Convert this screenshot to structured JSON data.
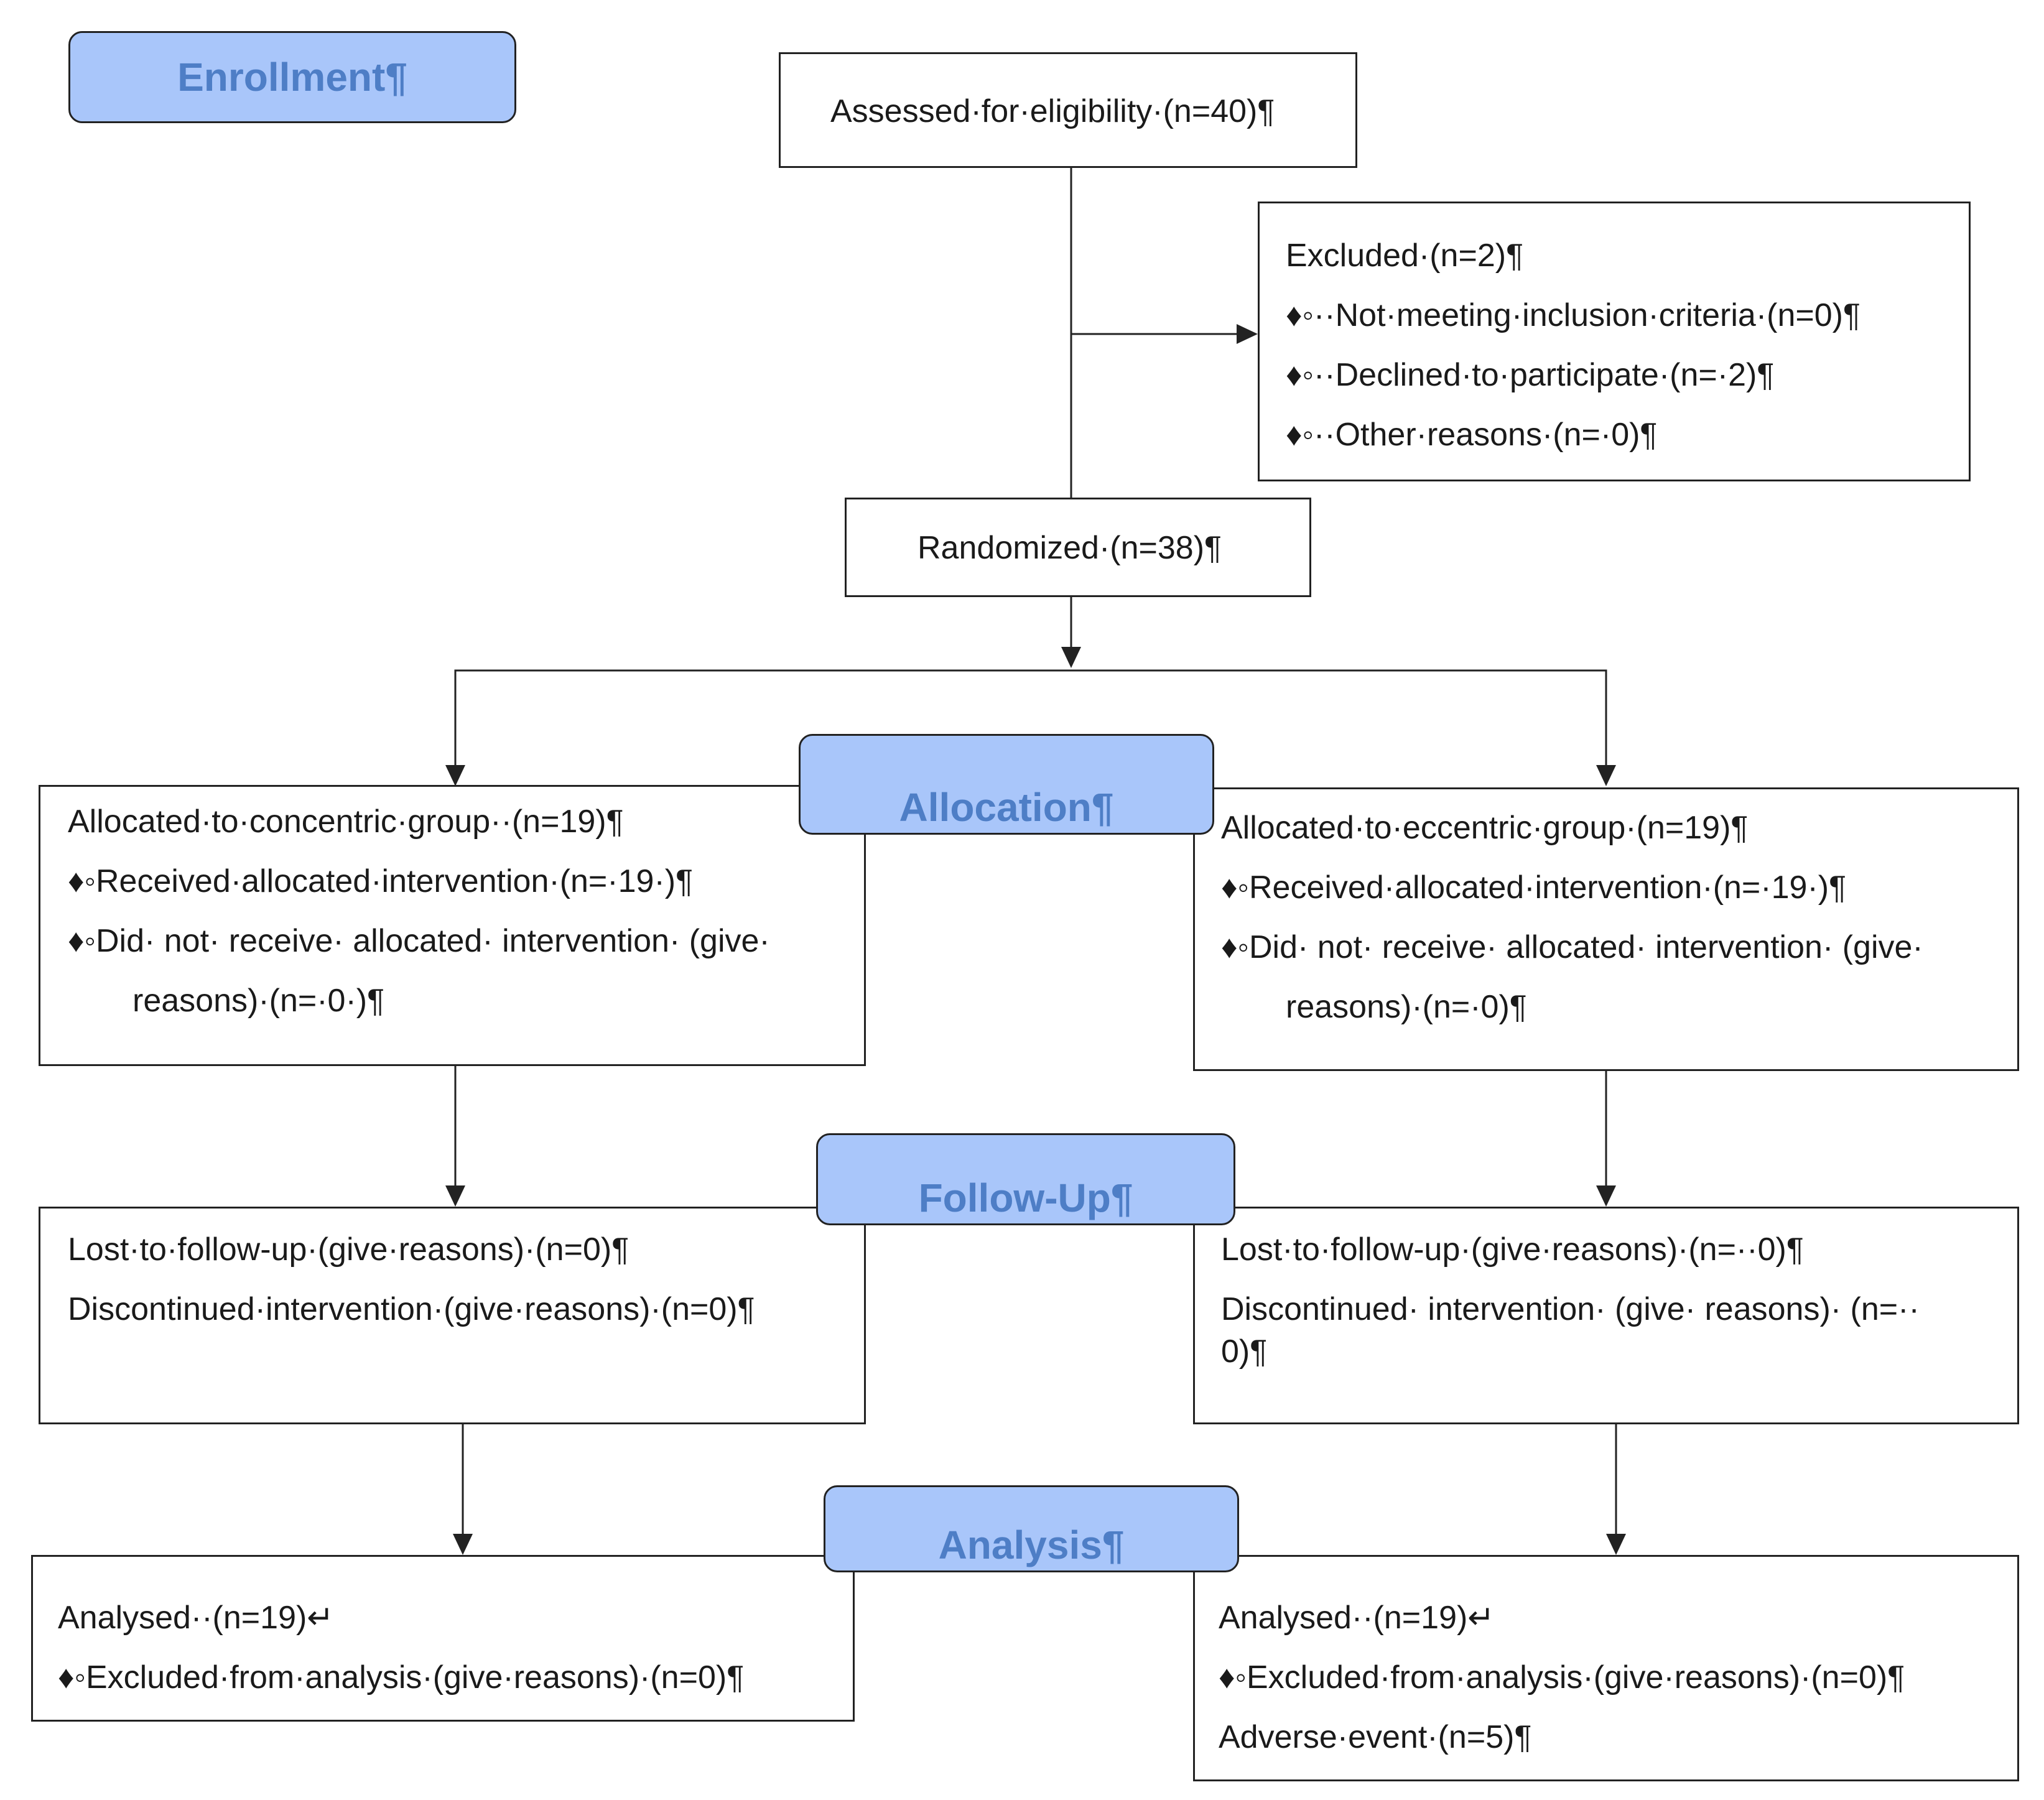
{
  "colors": {
    "stage_fill": "#a9c6fa",
    "stage_text": "#4e7ec6",
    "stroke": "#222222"
  },
  "stages": {
    "enrollment": "Enrollment¶",
    "allocation": "Allocation¶",
    "follow_up": "Follow-Up¶",
    "analysis": "Analysis¶"
  },
  "assessed": {
    "text": "Assessed·for·eligibility·(n=40)¶"
  },
  "excluded": {
    "title": "Excluded·(n=2)¶",
    "items": [
      "♦◦··Not·meeting·inclusion·criteria·(n=0)¶",
      "♦◦··Declined·to·participate·(n=·2)¶",
      "♦◦··Other·reasons·(n=·0)¶"
    ]
  },
  "randomized": {
    "text": "Randomized·(n=38)¶"
  },
  "allocation_left": {
    "title": "Allocated·to·concentric·group··(n=19)¶",
    "received": "♦◦Received·allocated·intervention·(n=·19·)¶",
    "not_received_1": "♦◦Did· not· receive· allocated· intervention· (give·",
    "not_received_2": "reasons)·(n=·0·)¶"
  },
  "allocation_right": {
    "title": "Allocated·to·eccentric·group·(n=19)¶",
    "received": "♦◦Received·allocated·intervention·(n=·19·)¶",
    "not_received_1": "♦◦Did· not· receive· allocated· intervention· (give·",
    "not_received_2": "reasons)·(n=·0)¶"
  },
  "followup_left": {
    "lost": "Lost·to·follow-up·(give·reasons)·(n=0)¶",
    "discontinued": "Discontinued·intervention·(give·reasons)·(n=0)¶"
  },
  "followup_right": {
    "lost": "Lost·to·follow-up·(give·reasons)·(n=··0)¶",
    "discontinued_1": "Discontinued· intervention· (give· reasons)· (n=··",
    "discontinued_2": "0)¶"
  },
  "analysis_left": {
    "analysed": "Analysed··(n=19)↵",
    "excluded": "♦◦Excluded·from·analysis·(give·reasons)·(n=0)¶"
  },
  "analysis_right": {
    "analysed": "Analysed··(n=19)↵",
    "excluded": "♦◦Excluded·from·analysis·(give·reasons)·(n=0)¶",
    "adverse": "Adverse·event·(n=5)¶"
  }
}
